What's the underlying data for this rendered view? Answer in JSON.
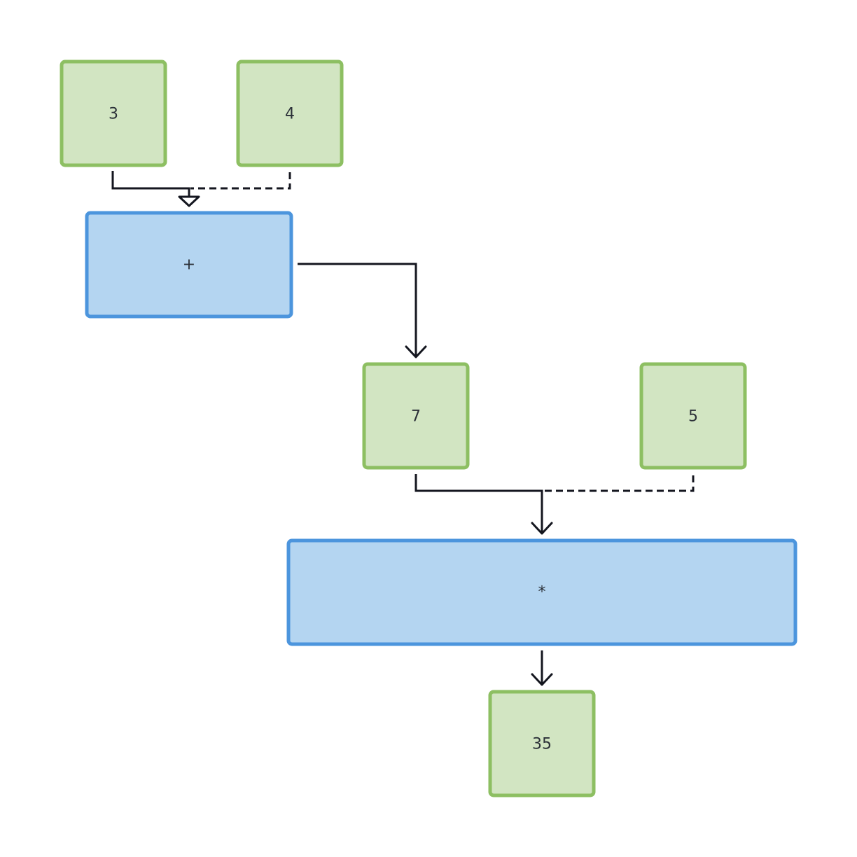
{
  "nodes": {
    "three": {
      "label": "3"
    },
    "four": {
      "label": "4"
    },
    "plus": {
      "label": "+"
    },
    "seven": {
      "label": "7"
    },
    "five": {
      "label": "5"
    },
    "multiply": {
      "label": "*"
    },
    "thirty_five": {
      "label": "35"
    }
  },
  "colors": {
    "value_fill": "#d2e5c2",
    "value_border": "#8dbf62",
    "op_fill": "#b4d5f1",
    "op_border": "#4c95dd",
    "edge": "#14161f"
  }
}
